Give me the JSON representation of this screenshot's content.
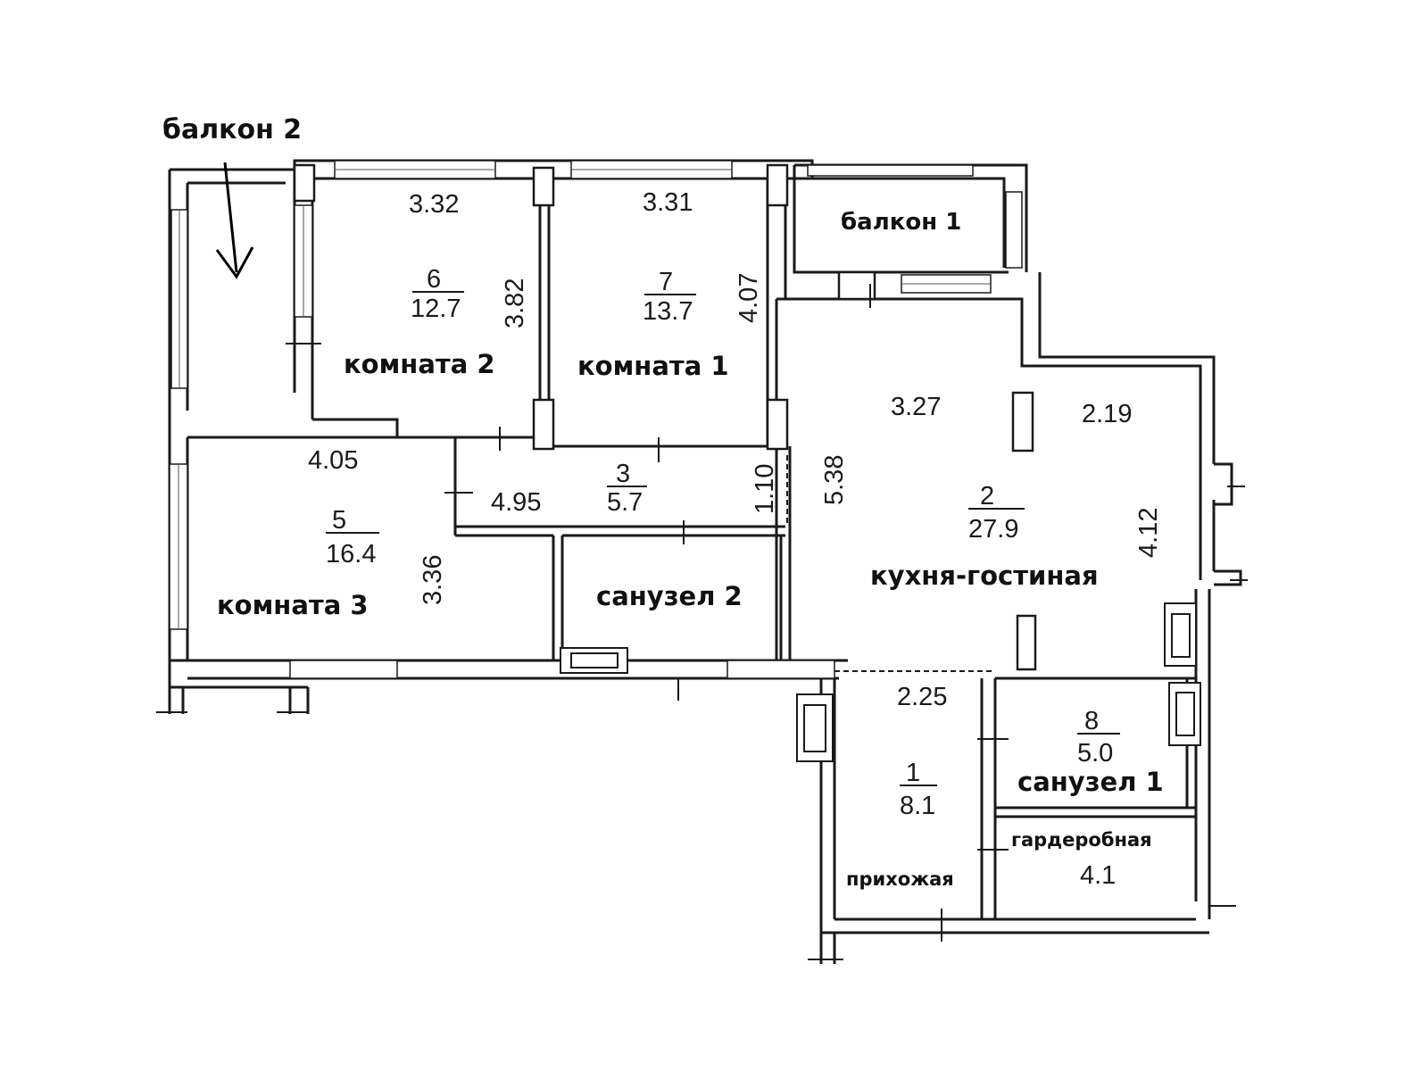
{
  "rooms": {
    "r6": {
      "num": "6",
      "area": "12.7",
      "label": "комната 2"
    },
    "r7": {
      "num": "7",
      "area": "13.7",
      "label": "комната 1"
    },
    "r5": {
      "num": "5",
      "area": "16.4",
      "label": "комната 3"
    },
    "r3": {
      "num": "3",
      "area": "5.7"
    },
    "r2": {
      "num": "2",
      "area": "27.9",
      "label": "кухня-гостиная"
    },
    "r8": {
      "num": "8",
      "area": "5.0",
      "label": "санузел 1"
    },
    "r1": {
      "num": "1",
      "area": "8.1",
      "label": "прихожая"
    },
    "wardrobe": {
      "label": "гардеробная",
      "area": "4.1"
    },
    "bath2": {
      "label": "санузел 2"
    },
    "balcony1": {
      "label": "балкон 1"
    },
    "balcony2": {
      "label": "балкон 2"
    }
  },
  "dimensions": {
    "d_332": "3.32",
    "d_331": "3.31",
    "d_382": "3.82",
    "d_407": "4.07",
    "d_405": "4.05",
    "d_495": "4.95",
    "d_110": "1.10",
    "d_538": "5.38",
    "d_327": "3.27",
    "d_219": "2.19",
    "d_412": "4.12",
    "d_336": "3.36",
    "d_225": "2.25"
  }
}
